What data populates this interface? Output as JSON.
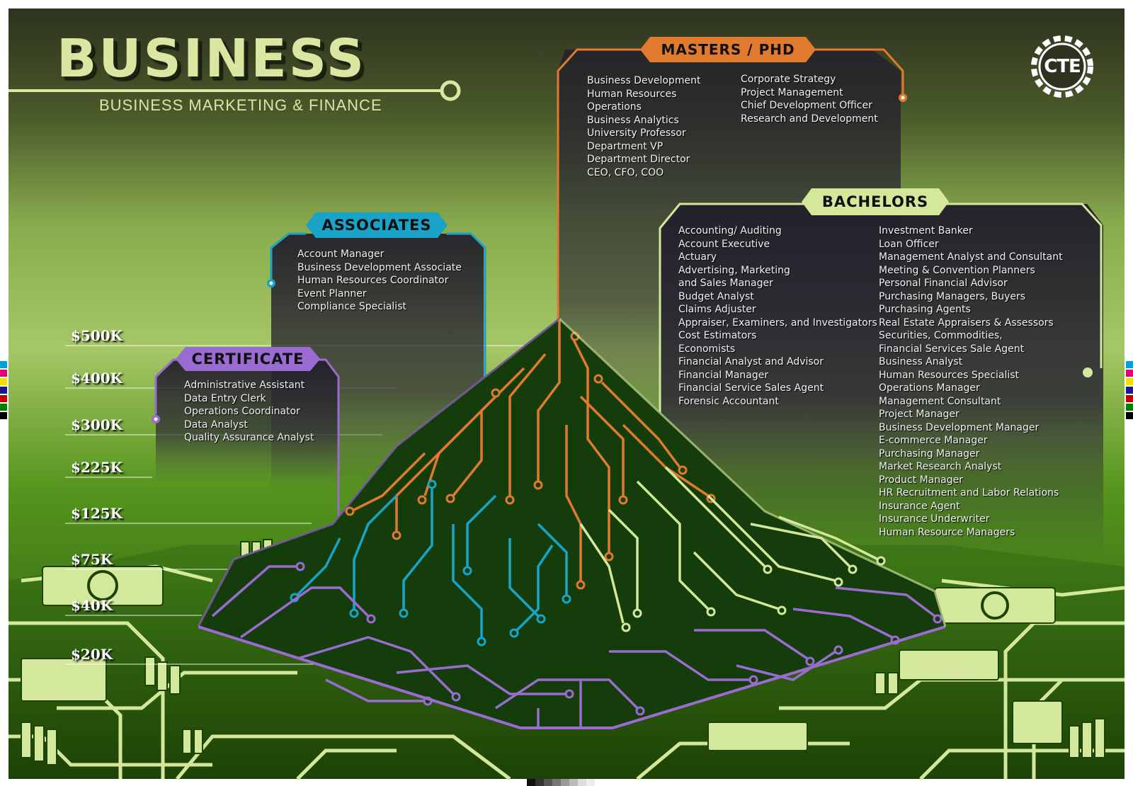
{
  "header": {
    "title": "BUSINESS",
    "subtitle": "BUSINESS MARKETING & FINANCE",
    "logo_text": "CTE"
  },
  "colors": {
    "accent_green": "#dbe6a3",
    "masters": "#e07a2e",
    "bachelors": "#d3e89a",
    "associates": "#1aa3c8",
    "certificate": "#9a6bd0",
    "panel": "#2a2530"
  },
  "salary_levels": [
    "$500K",
    "$400K",
    "$300K",
    "$225K",
    "$125K",
    "$75K",
    "$40K",
    "$20K"
  ],
  "masters": {
    "label": "MASTERS / PHD",
    "jobs_col1": [
      "Business Development",
      "Human Resources",
      "Operations",
      "Business Analytics",
      "University Professor",
      "Department VP",
      "Department Director",
      "CEO, CFO, COO"
    ],
    "jobs_col2": [
      "Corporate Strategy",
      "Project Management",
      "Chief Development Officer",
      "Research and Development"
    ]
  },
  "bachelors": {
    "label": "BACHELORS",
    "jobs_col1": [
      "Accounting/ Auditing",
      "Account Executive",
      "Actuary",
      "Advertising, Marketing",
      "and Sales Manager",
      "Budget Analyst",
      "Claims Adjuster",
      "Appraiser, Examiners, and Investigators",
      "Cost Estimators",
      "Economists",
      "Financial Analyst and Advisor",
      "Financial Manager",
      "Financial Service Sales Agent",
      "Forensic Accountant"
    ],
    "jobs_col2": [
      "Investment Banker",
      "Loan Officer",
      "Management Analyst and Consultant",
      "Meeting & Convention Planners",
      "Personal Financial Advisor",
      "Purchasing Managers, Buyers",
      "Purchasing Agents",
      "Real Estate Appraisers & Assessors",
      "Securities, Commodities,",
      "Financial Services Sale Agent",
      "Business Analyst",
      "Human Resources Specialist",
      "Operations Manager",
      "Management Consultant",
      "Project Manager",
      "Business Development Manager",
      "E-commerce Manager",
      "Purchasing Manager",
      "Market Research Analyst",
      "Product Manager",
      "HR Recruitment and Labor Relations",
      "Insurance Agent",
      "Insurance Underwriter",
      "Human Resource Managers"
    ]
  },
  "associates": {
    "label": "ASSOCIATES",
    "jobs": [
      "Account Manager",
      "Business Development Associate",
      "Human Resources Coordinator",
      "Event Planner",
      "Compliance Specialist"
    ]
  },
  "certificate": {
    "label": "CERTIFICATE",
    "jobs": [
      "Administrative Assistant",
      "Data Entry Clerk",
      "Operations Coordinator",
      "Data Analyst",
      "Quality Assurance Analyst"
    ]
  },
  "board": {
    "brand_label": "Google"
  }
}
